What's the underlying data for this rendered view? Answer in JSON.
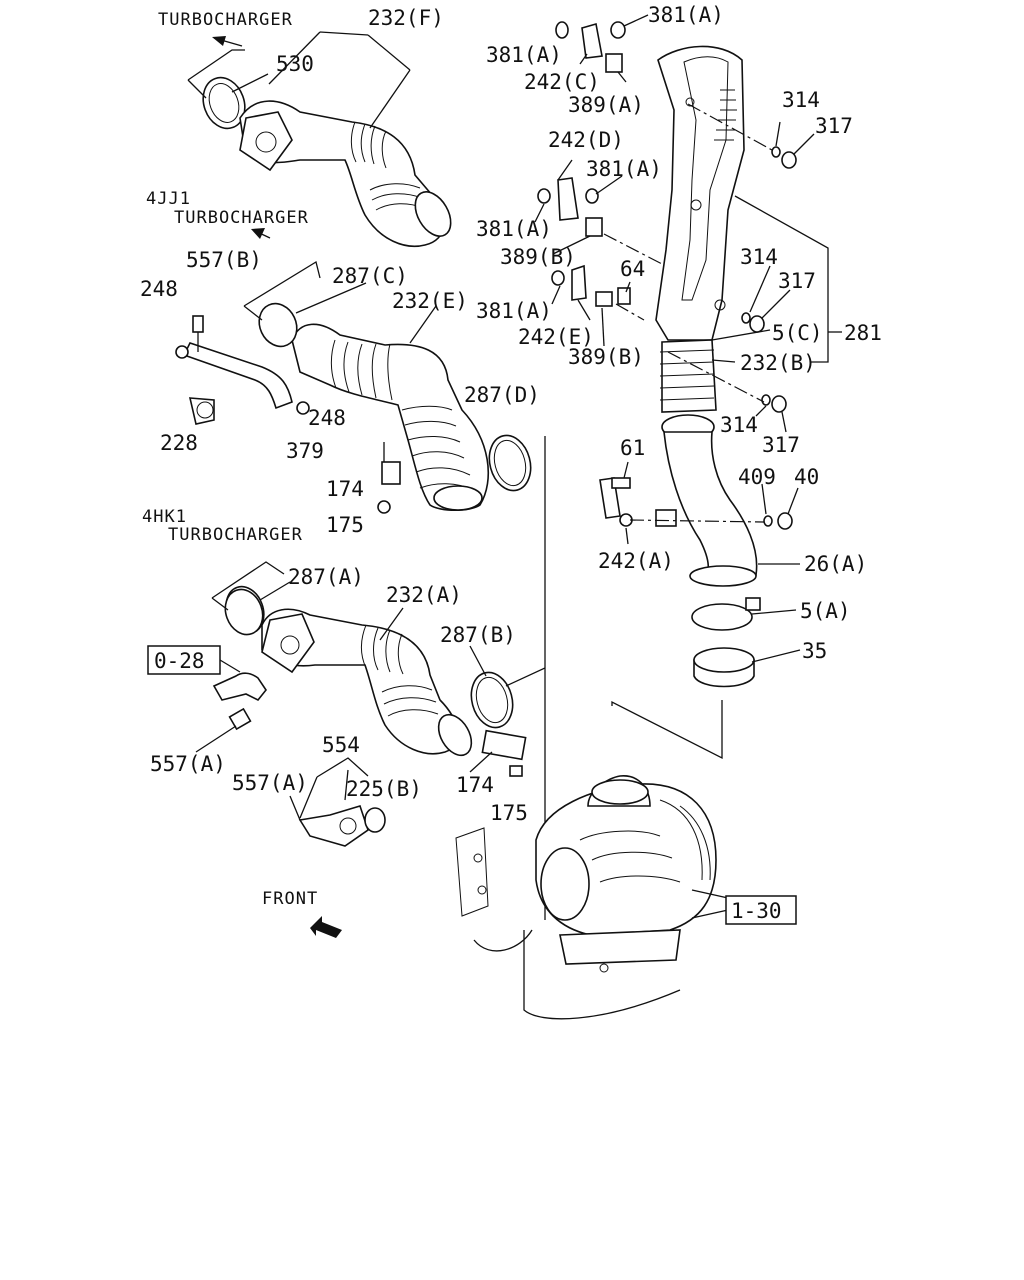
{
  "headers": {
    "turbo_top": "TURBOCHARGER",
    "engine_4jj1": "4JJ1",
    "turbo_4jj1": "TURBOCHARGER",
    "engine_4hk1": "4HK1",
    "turbo_4hk1": "TURBOCHARGER",
    "front": "FRONT"
  },
  "refs": {
    "ref_0_28": "0-28",
    "ref_1_30": "1-30"
  },
  "labels": {
    "l_232F": "232(F)",
    "l_530": "530",
    "l_381A_1": "381(A)",
    "l_381A_2": "381(A)",
    "l_242C": "242(C)",
    "l_389A": "389(A)",
    "l_314_1": "314",
    "l_317_1": "317",
    "l_242D": "242(D)",
    "l_381A_3": "381(A)",
    "l_381A_4": "381(A)",
    "l_389B_1": "389(B)",
    "l_64": "64",
    "l_381A_5": "381(A)",
    "l_314_2": "314",
    "l_317_2": "317",
    "l_242E": "242(E)",
    "l_389B_2": "389(B)",
    "l_5C": "5(C)",
    "l_281": "281",
    "l_232B": "232(B)",
    "l_314_3": "314",
    "l_317_3": "317",
    "l_557B": "557(B)",
    "l_248_1": "248",
    "l_287C": "287(C)",
    "l_232E": "232(E)",
    "l_248_2": "248",
    "l_228": "228",
    "l_379": "379",
    "l_287D": "287(D)",
    "l_174_1": "174",
    "l_175_1": "175",
    "l_61": "61",
    "l_409": "409",
    "l_40": "40",
    "l_242A": "242(A)",
    "l_26A": "26(A)",
    "l_5A": "5(A)",
    "l_35": "35",
    "l_287A": "287(A)",
    "l_232A": "232(A)",
    "l_287B": "287(B)",
    "l_557A_1": "557(A)",
    "l_554": "554",
    "l_557A_2": "557(A)",
    "l_225B": "225(B)",
    "l_174_2": "174",
    "l_175_2": "175"
  }
}
